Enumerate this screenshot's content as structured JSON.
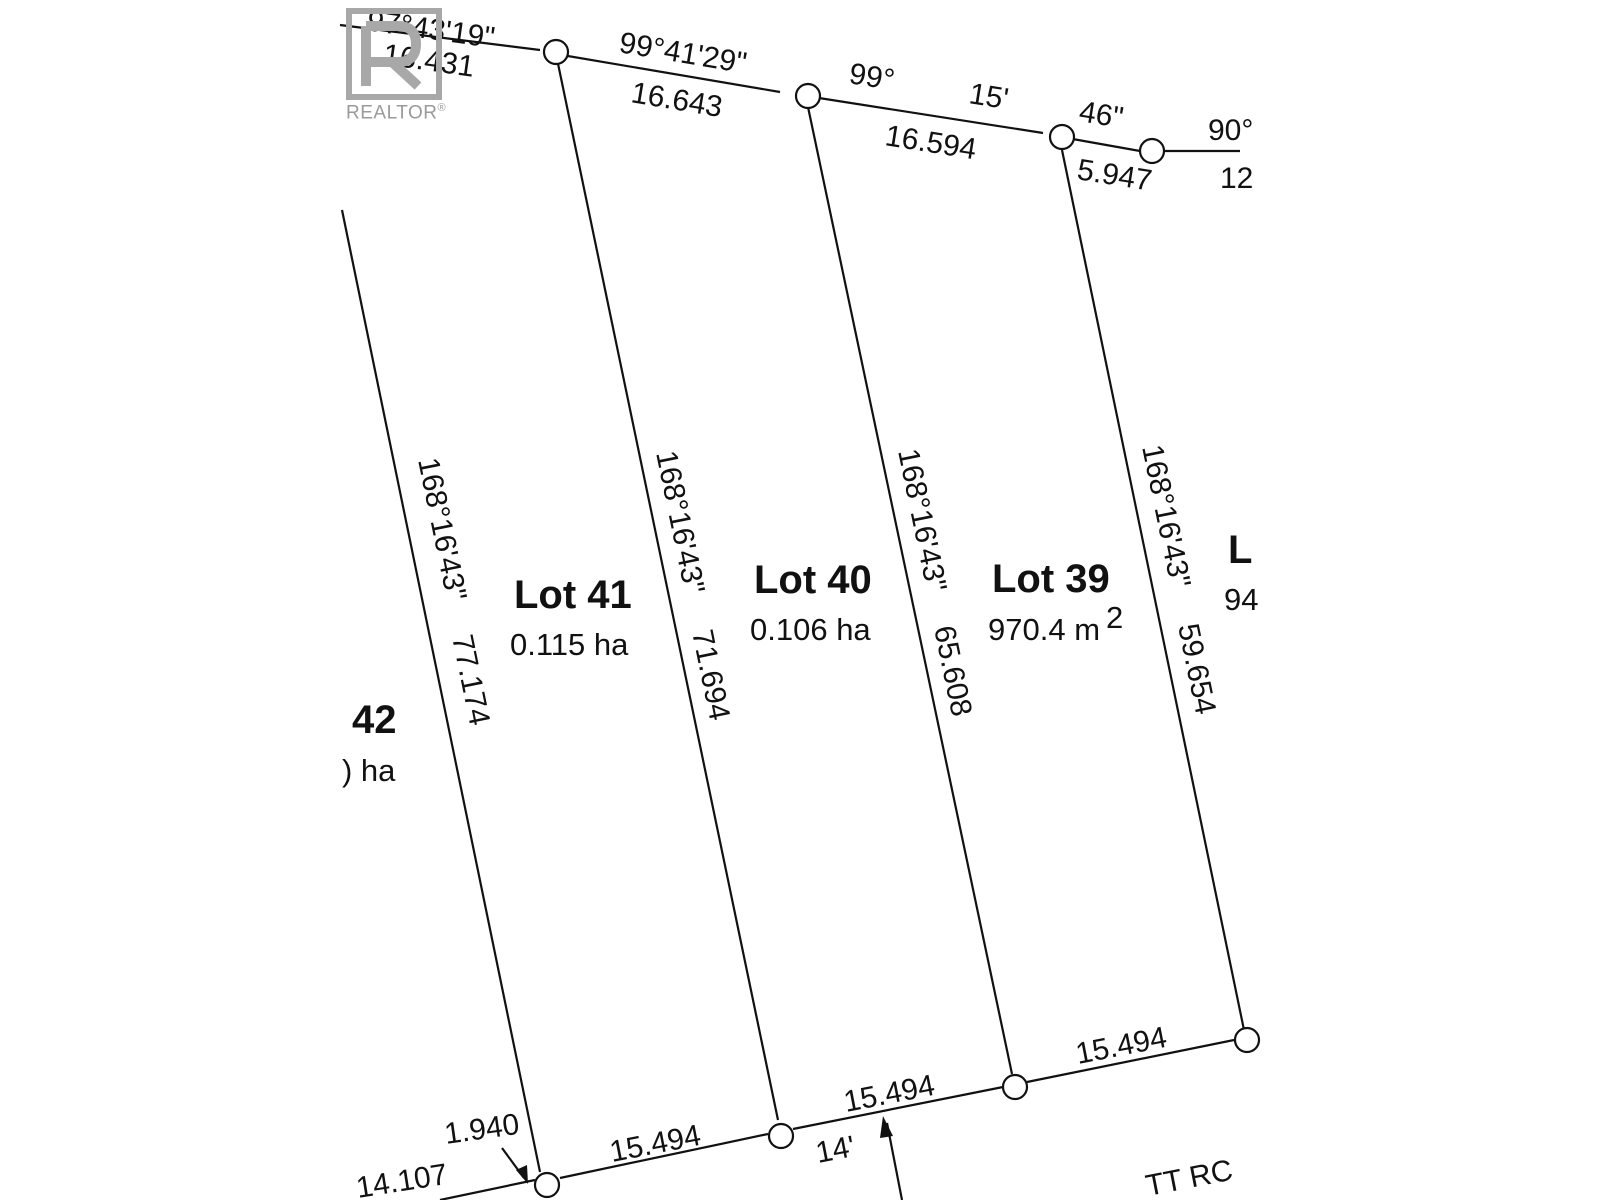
{
  "lots": [
    {
      "name": "Lot 41",
      "area": "0.115 ha"
    },
    {
      "name": "Lot 40",
      "area": "0.106 ha"
    },
    {
      "name": "Lot 39",
      "area": "970.4 m",
      "area_sup": "2"
    },
    {
      "name": "42",
      "area": ") ha"
    },
    {
      "name": "L",
      "area": "94"
    }
  ],
  "bearings": {
    "top_left": "97°43'19\"",
    "top_41": "99°41'29\"",
    "top_39_deg": "99°",
    "top_39_min": "15'",
    "top_39_sec": "46\"",
    "top_right": "90°",
    "side": "168°16'43\""
  },
  "distances": {
    "top_left": "16.431",
    "top_41": "16.643",
    "top_39": "16.594",
    "top_38": "5.947",
    "top_right": "12",
    "side_42": "77.174",
    "side_41": "71.694",
    "side_40": "65.608",
    "side_39": "59.654",
    "bottom_41": "15.494",
    "bottom_40": "15.494",
    "bottom_39": "15.494",
    "bottom_left": "1.940",
    "bottom_far_left": "14.107",
    "bottom_min": "14'",
    "road": "TT RC"
  },
  "watermark": {
    "text": "REALTOR",
    "mark": "®"
  }
}
